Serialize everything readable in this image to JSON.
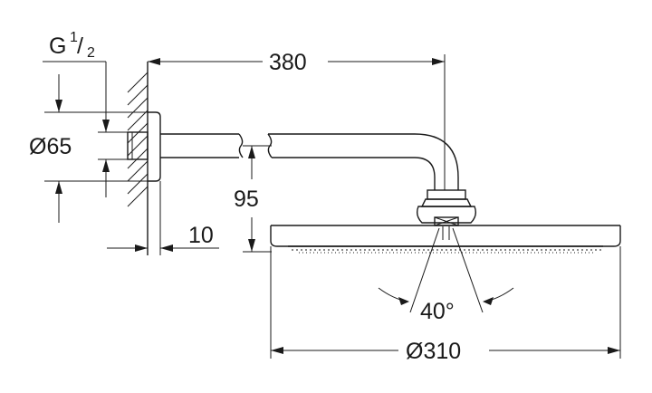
{
  "dimensions": {
    "thread": {
      "prefix": "G",
      "numerator": "1",
      "slash": "/",
      "denominator": "2"
    },
    "arm_length": "380",
    "flange_diameter": "Ø65",
    "drop_height": "95",
    "wall_offset": "10",
    "spray_angle": "40°",
    "head_diameter": "Ø310"
  }
}
